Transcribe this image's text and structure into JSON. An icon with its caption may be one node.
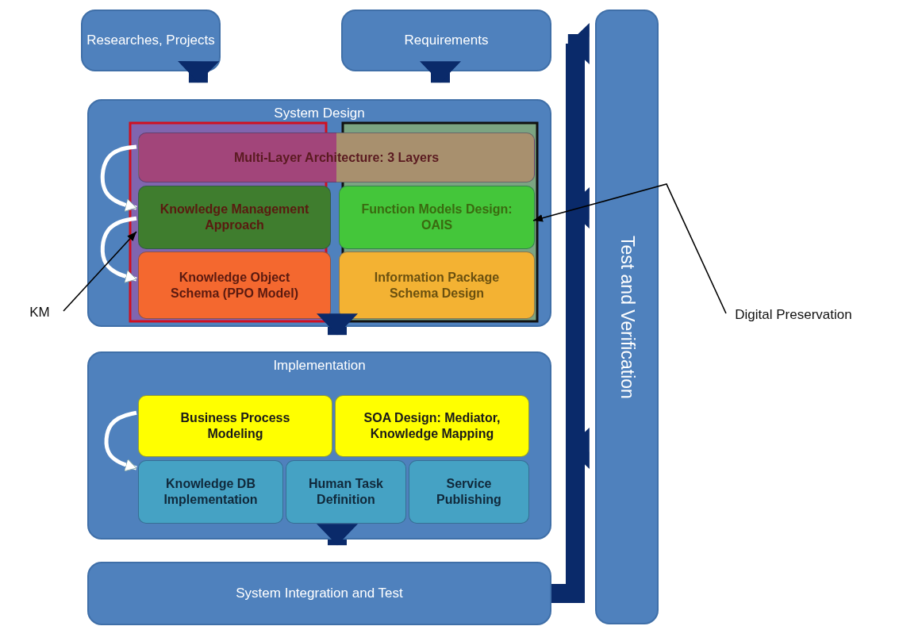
{
  "diagram": {
    "nodes": [
      {
        "text": [
          "Researches, Projects"
        ]
      },
      {
        "text": [
          "Requirements"
        ]
      },
      {
        "text": [
          "Test and Verification"
        ]
      },
      {
        "text": [
          "System Design"
        ]
      },
      {
        "text": [
          "Multi-Layer Architecture: 3 Layers"
        ],
        "in": 3
      },
      {
        "text": [
          "Knowledge Management Approach"
        ],
        "in": 3
      },
      {
        "text": [
          "Function Models Design: OAIS"
        ],
        "in": 3
      },
      {
        "text": [
          "Knowledge Object Schema (PPO Model)"
        ],
        "in": 3
      },
      {
        "text": [
          "Information Package Schema Design"
        ],
        "in": 3
      },
      {
        "text": [
          "Implementation"
        ]
      },
      {
        "text": [
          "Business Process Modeling"
        ],
        "in": 9
      },
      {
        "text": [
          "SOA Design: Mediator, Knowledge Mapping"
        ],
        "in": 9
      },
      {
        "text": [
          "Knowledge DB Implementation"
        ],
        "in": 9
      },
      {
        "text": [
          "Human Task Definition"
        ],
        "in": 9
      },
      {
        "text": [
          "Service Publishing"
        ],
        "in": 9
      },
      {
        "text": [
          "System Integration and Test"
        ]
      },
      {
        "text": [
          "KM"
        ]
      },
      {
        "text": [
          "Digital Preservation"
        ]
      }
    ],
    "edges": [
      {
        "from": 0,
        "to": 3,
        "arrow": "to"
      },
      {
        "from": 1,
        "to": 3,
        "arrow": "to"
      },
      {
        "from": 3,
        "to": 9,
        "arrow": "to"
      },
      {
        "from": 9,
        "to": 15,
        "arrow": "to"
      },
      {
        "from": 15,
        "to": 1,
        "arrow": "to"
      },
      {
        "from": 15,
        "to": 3,
        "arrow": "to"
      },
      {
        "from": 15,
        "to": 9,
        "arrow": "to"
      },
      {
        "from": 4,
        "to": 5,
        "arrow": "to",
        "color": "#ffffff"
      },
      {
        "from": 5,
        "to": 7,
        "arrow": "to",
        "color": "#ffffff"
      },
      {
        "from": 10,
        "to": 12,
        "arrow": "to",
        "color": "#ffffff"
      },
      {
        "from": 16,
        "to": 5,
        "arrow": "to",
        "color": "#000000"
      },
      {
        "from": 17,
        "to": 6,
        "arrow": "to",
        "color": "#000000"
      }
    ]
  }
}
